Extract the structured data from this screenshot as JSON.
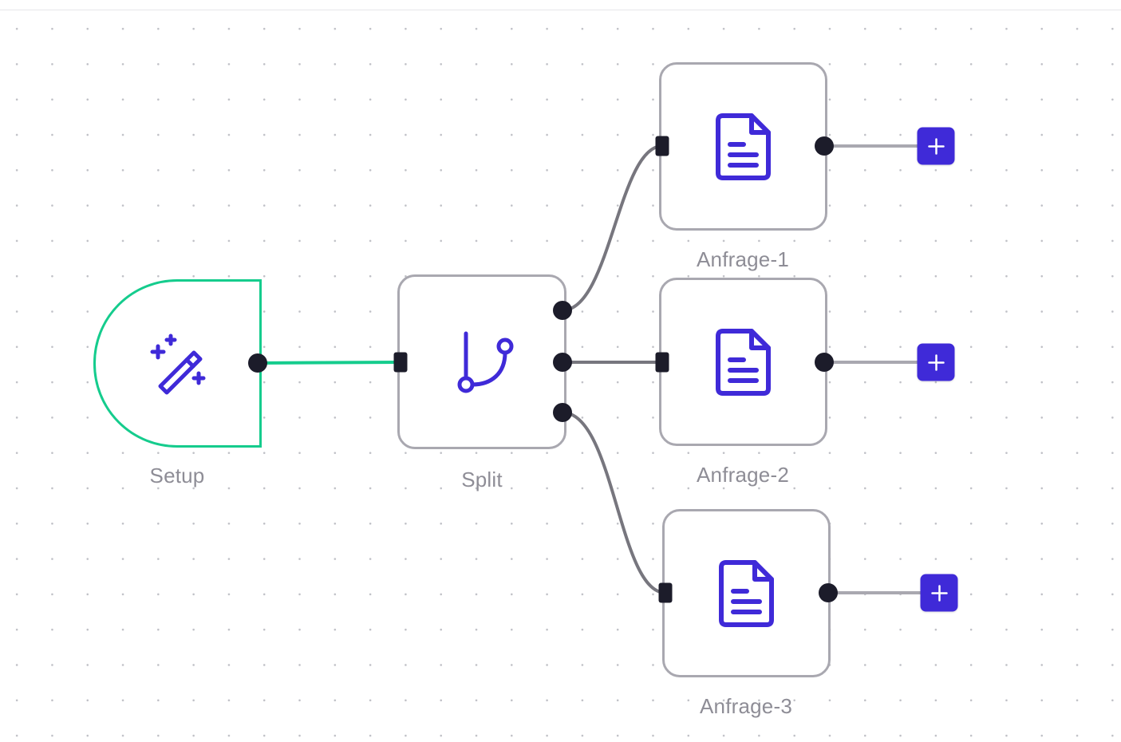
{
  "colors": {
    "accent": "#3f2ad8",
    "trigger_outline": "#15cc8d",
    "node_border": "#a9a8b0",
    "wire": "#77767e",
    "port": "#1c1c2a",
    "label": "#8e8d96"
  },
  "nodes": {
    "setup": {
      "label": "Setup",
      "icon": "magic-wand-icon"
    },
    "split": {
      "label": "Split",
      "icon": "branch-icon"
    },
    "anfrage1": {
      "label": "Anfrage-1",
      "icon": "document-icon"
    },
    "anfrage2": {
      "label": "Anfrage-2",
      "icon": "document-icon"
    },
    "anfrage3": {
      "label": "Anfrage-3",
      "icon": "document-icon"
    }
  },
  "add_button": {
    "icon": "plus-icon"
  }
}
